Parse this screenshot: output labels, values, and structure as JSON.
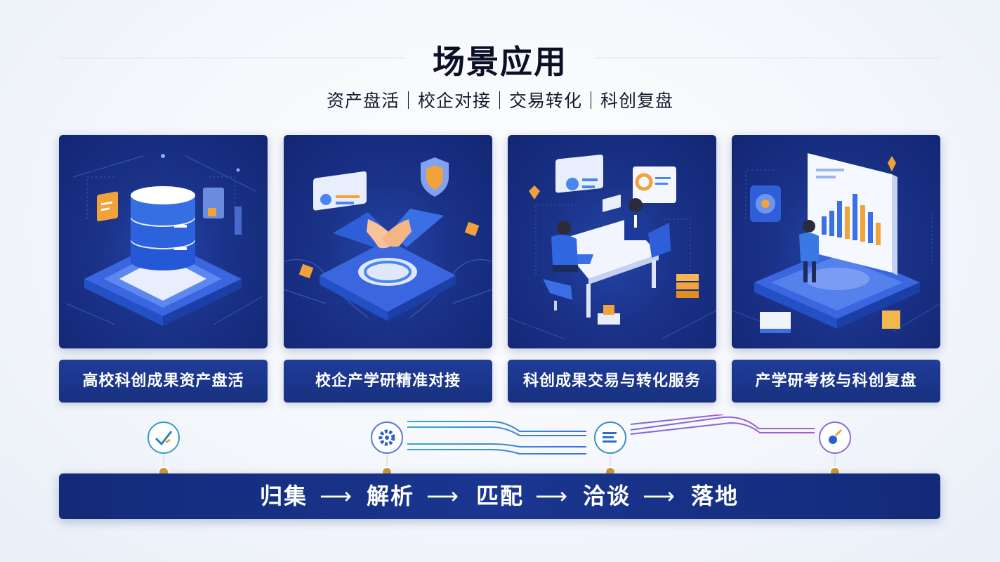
{
  "header": {
    "title": "场景应用",
    "subtitle": "资产盘活｜校企对接｜交易转化｜科创复盘"
  },
  "cards": [
    {
      "label": "高校科创成果资产盘活",
      "icon": "database-icon"
    },
    {
      "label": "校企产学研精准对接",
      "icon": "handshake-icon"
    },
    {
      "label": "科创成果交易与转化服务",
      "icon": "meeting-icon"
    },
    {
      "label": "产学研考核与科创复盘",
      "icon": "analytics-icon"
    }
  ],
  "flow": {
    "steps": [
      "归集",
      "解析",
      "匹配",
      "洽谈",
      "落地"
    ],
    "arrow": "⟶",
    "icons": [
      "check-icon",
      "gear-icon",
      "list-icon",
      "brush-icon"
    ]
  },
  "colors": {
    "card_dark": "#132673",
    "card_mid": "#2545a8",
    "accent_orange": "#f2a23a",
    "dot_gold": "#c99a3a",
    "title": "#0b1026"
  }
}
